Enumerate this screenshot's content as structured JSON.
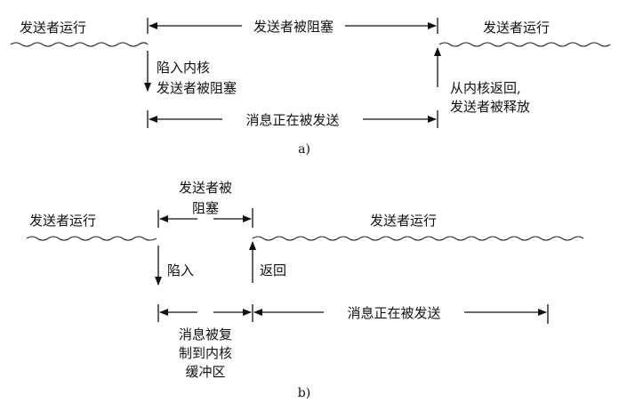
{
  "panel_a": {
    "sender_running_left": "发送者运行",
    "sender_blocked_span": "发送者被阻塞",
    "sender_running_right": "发送者运行",
    "trap_note_line1": "陷入内核",
    "trap_note_line2": "发送者被阻塞",
    "return_note_line1": "从内核返回,",
    "return_note_line2": "发送者被释放",
    "message_sending_span": "消息正在被发送",
    "caption": "a)"
  },
  "panel_b": {
    "blocked_line1": "发送者被",
    "blocked_line2": "阻塞",
    "sender_running_left": "发送者运行",
    "sender_running_right": "发送者运行",
    "trap_note": "陷入",
    "return_note": "返回",
    "message_sending_span": "消息正在被发送",
    "copy_note_line1": "消息被复",
    "copy_note_line2": "制到内核",
    "copy_note_line3": "缓冲区",
    "caption": "b)"
  },
  "colors": {
    "ink": "#111111",
    "background": "#ffffff"
  }
}
